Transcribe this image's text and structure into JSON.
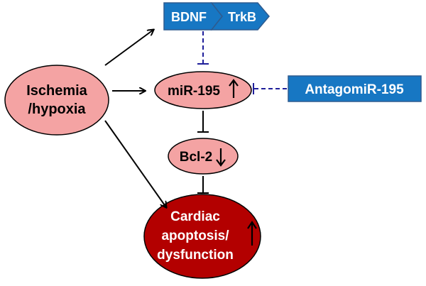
{
  "nodes": {
    "bdnf": {
      "label": "BDNF"
    },
    "trkb": {
      "label": "TrkB"
    },
    "ischemia": {
      "line1": "Ischemia",
      "line2": "/hypoxia"
    },
    "mir195": {
      "label": "miR-195"
    },
    "antagomir": {
      "label": "AntagomiR-195"
    },
    "bcl2": {
      "label": "Bcl-2"
    },
    "cardiac": {
      "line1": "Cardiac",
      "line2": "apoptosis/",
      "line3": "dysfunction"
    }
  },
  "colors": {
    "pink_fill": "#F4A3A3",
    "dark_red_fill": "#B30000",
    "blue_fill": "#1777C3",
    "blue_stroke": "#2E5B8F",
    "dashed_inhibit": "#1F1F9A",
    "edge": "#000000"
  }
}
